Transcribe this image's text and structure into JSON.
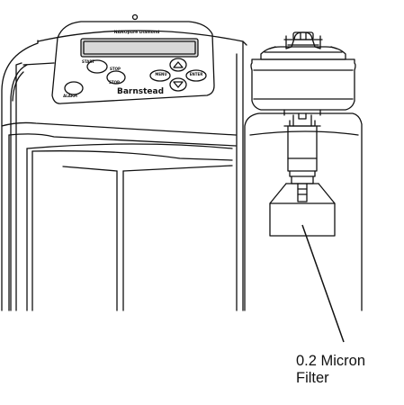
{
  "panel": {
    "brand_small": "NANOpure Diamond",
    "brand": "Barnstead",
    "keys": {
      "start": "START",
      "stop": "STOP",
      "stop2": "STOP",
      "alarm": "ALARM",
      "menu": "MENU",
      "enter": "ENTER"
    }
  },
  "callout": {
    "line1": "0.2 Micron",
    "line2": "Filter"
  },
  "colors": {
    "line": "#111111",
    "background": "#ffffff",
    "display": "#d8d8d8"
  }
}
